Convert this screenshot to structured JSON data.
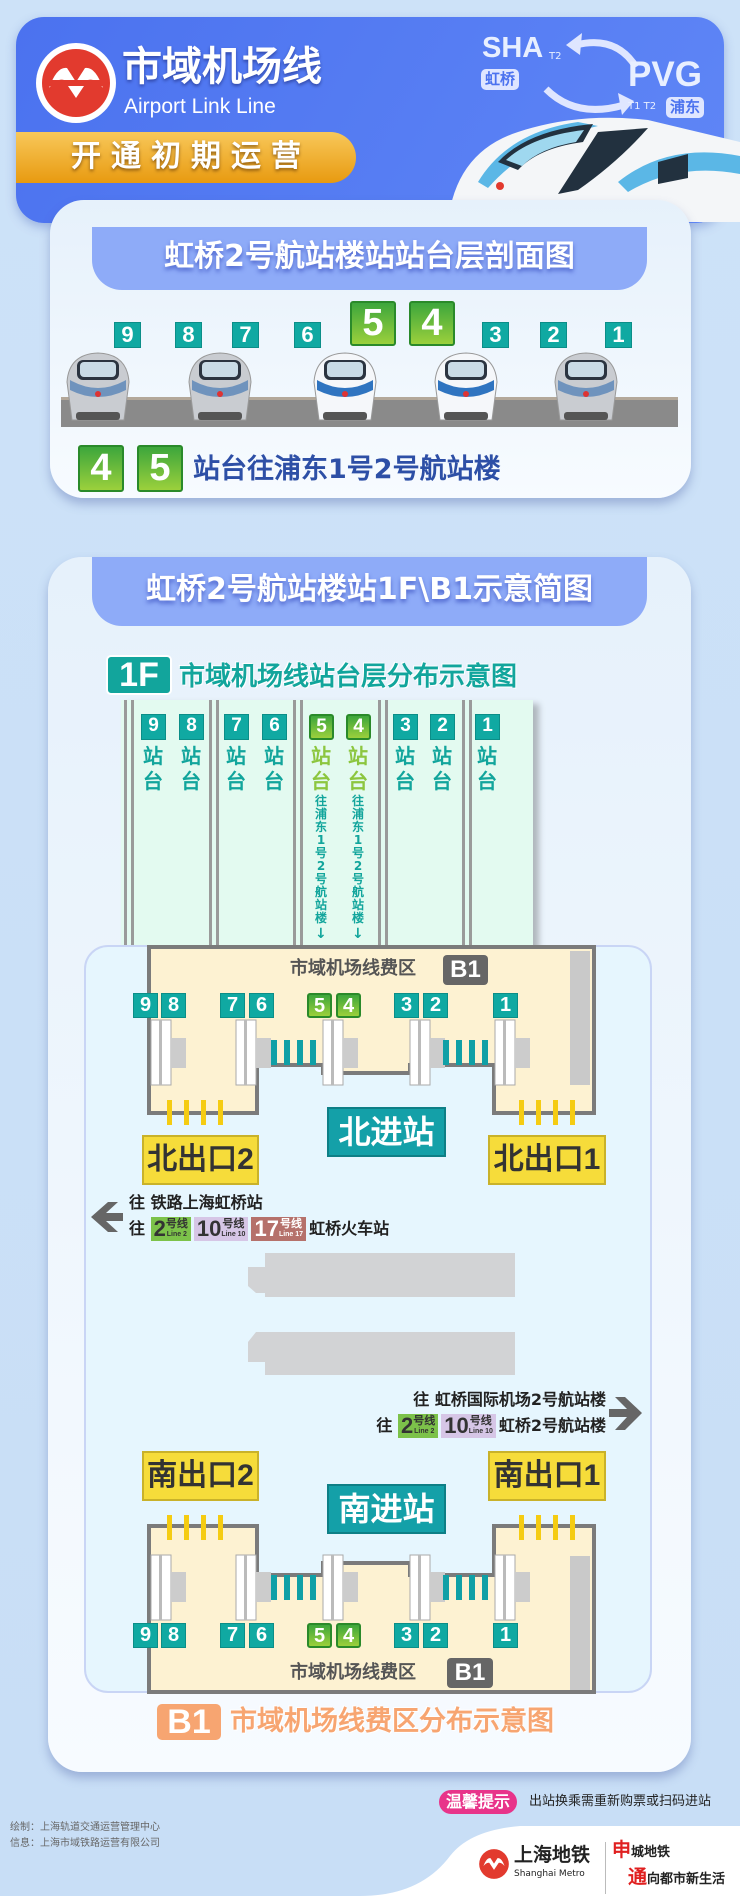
{
  "header": {
    "title": "市域机场线",
    "subtitle_en": "Airport Link Line",
    "banner": "开通初期运营",
    "sha": "SHA",
    "sha_terminal": "T2",
    "sha_cn": "虹桥",
    "pvg": "PVG",
    "pvg_terminal": "T1 T2",
    "pvg_cn": "浦东"
  },
  "section1": {
    "title": "虹桥2号航站楼站站台层剖面图",
    "platforms": [
      "9",
      "8",
      "7",
      "6",
      "5",
      "4",
      "3",
      "2",
      "1"
    ],
    "note_badges": [
      "4",
      "5"
    ],
    "note": "站台往浦东1号2号航站楼"
  },
  "section2": {
    "title": "虹桥2号航站楼站1F\\B1示意简图",
    "f1": {
      "badge": "1F",
      "title": "市域机场线站台层分布示意图",
      "platforms": [
        "9",
        "8",
        "7",
        "6",
        "5",
        "4",
        "3",
        "2",
        "1"
      ],
      "platform_char1": "站",
      "platform_char2": "台",
      "dest": "往浦东1号2号航站楼"
    },
    "b1": {
      "zone_label": "市域机场线费区",
      "zone_badge": "B1",
      "north_entry": "北进站",
      "north_exit_2": "北出口2",
      "north_exit_1": "北出口1",
      "south_entry": "南进站",
      "south_exit_2": "南出口2",
      "south_exit_1": "南出口1",
      "left_dir": {
        "line1": "往 铁路上海虹桥站",
        "prefix": "往",
        "lines": [
          {
            "num": "2",
            "cn": "号线",
            "en": "Line 2",
            "color": "#7cc24a"
          },
          {
            "num": "10",
            "cn": "号线",
            "en": "Line 10",
            "color": "#d6c6e6"
          },
          {
            "num": "17",
            "cn": "号线",
            "en": "Line 17",
            "color": "#b5716b"
          }
        ],
        "dest": "虹桥火车站"
      },
      "right_dir": {
        "line1": "往 虹桥国际机场2号航站楼",
        "prefix": "往",
        "lines": [
          {
            "num": "2",
            "cn": "号线",
            "en": "Line 2",
            "color": "#7cc24a"
          },
          {
            "num": "10",
            "cn": "号线",
            "en": "Line 10",
            "color": "#d6c6e6"
          }
        ],
        "dest": "虹桥2号航站楼"
      },
      "badge": "B1",
      "title": "市域机场线费区分布示意图"
    }
  },
  "footer": {
    "tip_badge": "温馨提示",
    "tip": "出站换乘需重新购票或扫码进站",
    "credit1": "绘制：上海轨道交通运营管理中心",
    "credit2": "信息：上海市域铁路运营有限公司",
    "logo_cn": "上海地铁",
    "logo_en": "Shanghai Metro",
    "slogan1_red": "申",
    "slogan1": "城地铁",
    "slogan2_red": "通",
    "slogan2": "向都市新生活"
  },
  "colors": {
    "teal": "#10a9a2",
    "green": "#3da63c",
    "exit_yellow": "#f6dc3a",
    "header_blue": "#4b72ef",
    "b1_orange": "#f7a571",
    "tip_pink": "#e8348a"
  }
}
